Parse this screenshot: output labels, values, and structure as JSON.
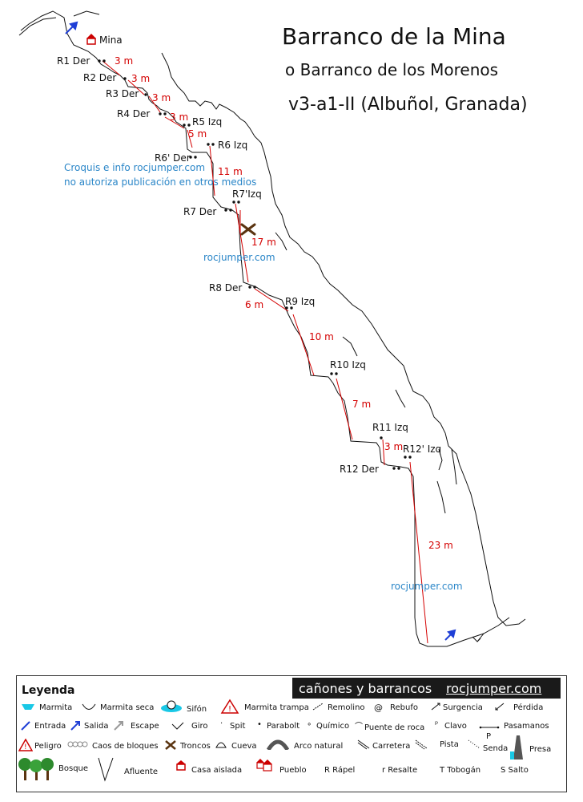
{
  "title": {
    "line1": "Barranco de la Mina",
    "line2": "o Barranco de los Morenos",
    "line3": "v3-a1-II (Albuñol, Granada)"
  },
  "start_label": "Mina",
  "anchors": [
    "R1 Der",
    "R2 Der",
    "R3 Der",
    "R4 Der",
    "R5 Izq",
    "R6 Izq",
    "R6' Der",
    "R7'Izq",
    "R7 Der",
    "R8 Der",
    "R9 Izq",
    "R10 Izq",
    "R11 Izq",
    "R12' Izq",
    "R12 Der"
  ],
  "pitches": [
    "3 m",
    "3 m",
    "3 m",
    "3 m",
    "5 m",
    "11 m",
    "17 m",
    "6 m",
    "10 m",
    "7 m",
    "3 m",
    "23 m"
  ],
  "watermarks": {
    "credit_1": "Croquis e info rocjumper.com",
    "credit_2": "no autoriza publicación en otros medios",
    "site_1": "rocjumper.com",
    "site_2": "rocjumper.com"
  },
  "legend": {
    "title": "Leyenda",
    "banner_text": "cañones y barrancos",
    "banner_site": "rocjumper.com",
    "items": [
      "Marmita",
      "Marmita seca",
      "Sifón",
      "Marmita trampa",
      "Remolino",
      "Rebufo",
      "Surgencia",
      "Pérdida",
      "Entrada",
      "Salida",
      "Escape",
      "Giro",
      "Spit",
      "Parabolt",
      "Químico",
      "Puente de roca",
      "Clavo",
      "Pasamanos",
      "Peligro",
      "Caos de bloques",
      "Troncos",
      "Cueva",
      "Arco natural",
      "Carretera",
      "Pista",
      "Senda",
      "Presa",
      "Bosque",
      "Afluente",
      "Casa aislada",
      "Pueblo",
      "R Rápel",
      "r Resalte",
      "T Tobogán",
      "S Salto"
    ],
    "senda_mark": "P"
  },
  "colors": {
    "rope": "#d40000",
    "watermark": "#2a86c8",
    "entry_arrow": "#1f3fd6",
    "escape_arrow": "#9a9a9a",
    "house": "#cc0000"
  }
}
